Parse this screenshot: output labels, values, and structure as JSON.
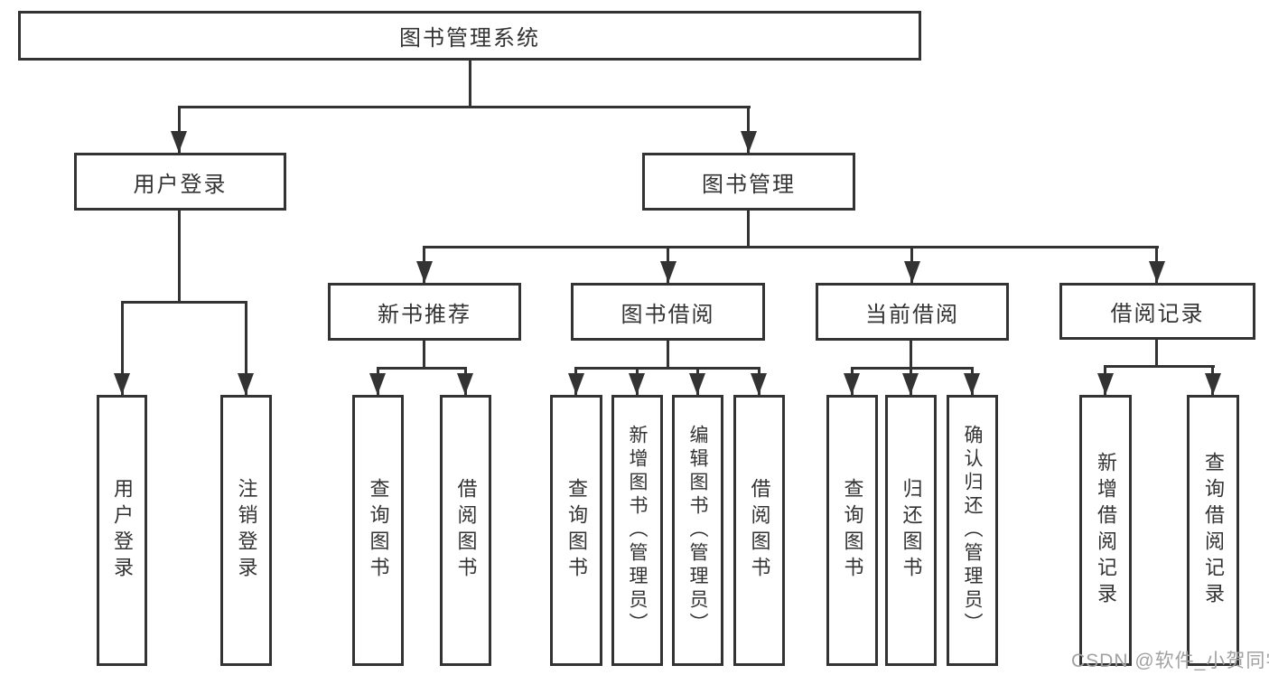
{
  "tree": {
    "root": {
      "label": "图书管理系统",
      "children": [
        {
          "label": "用户登录",
          "children": [
            {
              "label": "用户登录"
            },
            {
              "label": "注销登录"
            }
          ]
        },
        {
          "label": "图书管理",
          "children": [
            {
              "label": "新书推荐",
              "children": [
                {
                  "label": "查询图书"
                },
                {
                  "label": "借阅图书"
                }
              ]
            },
            {
              "label": "图书借阅",
              "children": [
                {
                  "label": "查询图书"
                },
                {
                  "label": "新增图书（管理员）"
                },
                {
                  "label": "编辑图书（管理员）"
                },
                {
                  "label": "借阅图书"
                }
              ]
            },
            {
              "label": "当前借阅",
              "children": [
                {
                  "label": "查询图书"
                },
                {
                  "label": "归还图书"
                },
                {
                  "label": "确认归还（管理员）"
                }
              ]
            },
            {
              "label": "借阅记录",
              "children": [
                {
                  "label": "新增借阅记录"
                },
                {
                  "label": "查询借阅记录"
                }
              ]
            }
          ]
        }
      ]
    }
  },
  "watermark": {
    "text": "CSDN @软件_小贺同学"
  },
  "colors": {
    "line": "#333333",
    "text": "#333333",
    "background": "#ffffff",
    "watermark": "#a2a2a2"
  }
}
